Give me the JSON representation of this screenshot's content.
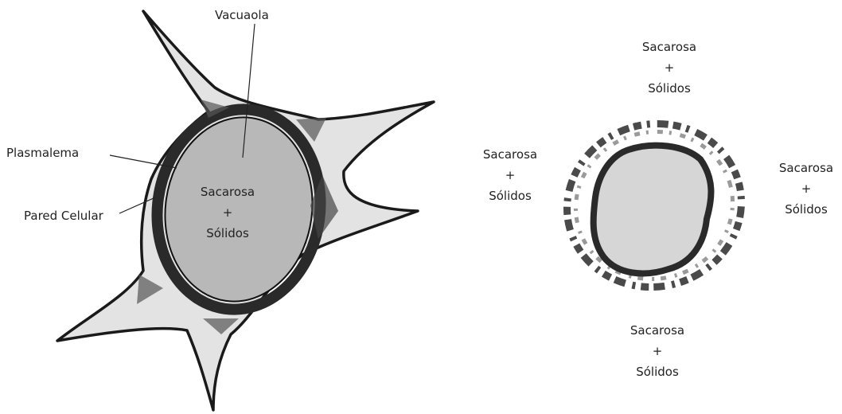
{
  "left_cell": {
    "labels": {
      "vacuole": "Vacuaola",
      "plasmalemma": "Plasmalema",
      "cell_wall": "Pared Celular"
    },
    "inside": {
      "line1": "Sacarosa",
      "plus": "+",
      "line2": "Sólidos"
    }
  },
  "right_cell": {
    "top": {
      "line1": "Sacarosa",
      "plus": "+",
      "line2": "Sólidos"
    },
    "left": {
      "line1": "Sacarosa",
      "plus": "+",
      "line2": "Sólidos"
    },
    "right": {
      "line1": "Sacarosa",
      "plus": "+",
      "line2": "Sólidos"
    },
    "bottom": {
      "line1": "Sacarosa",
      "plus": "+",
      "line2": "Sólidos"
    }
  },
  "colors": {
    "outline": "#1a1a1a",
    "wall_fill": "#e3e3e3",
    "plasmalemma": "#2a2a2a",
    "vacuole_fill": "#b8b8b8",
    "shrunken_fill": "#d6d6d6"
  }
}
